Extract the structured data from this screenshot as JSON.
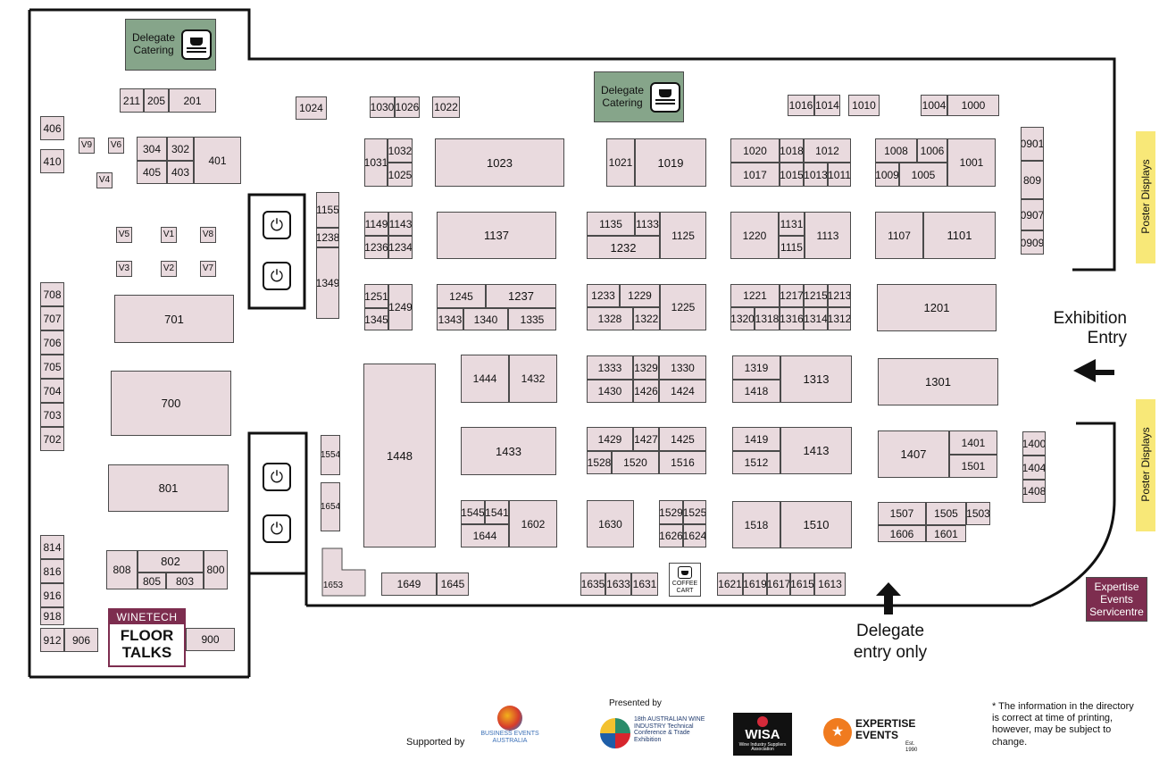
{
  "labels": {
    "catering": "Delegate Catering",
    "exhibition_entry": "Exhibition Entry",
    "delegate_entry": "Delegate entry only",
    "poster_displays": "Poster Displays",
    "servicentre": "Expertise Events Servicentre",
    "winetech": "WINETECH",
    "floor_talks": "FLOOR TALKS",
    "coffee_cart": "COFFEE CART",
    "supported_by": "Supported by",
    "presented_by": "Presented by",
    "disclaimer": "* The information in the directory is correct at time of printing, however, may be subject to change."
  },
  "logos": {
    "business_events": "BUSINESS EVENTS AUSTRALIA",
    "wine_industry": "18th AUSTRALIAN WINE INDUSTRY Technical Conference & Trade Exhibition",
    "wisa": "WISA",
    "wisa_sub": "Wine Industry Suppliers Association",
    "expertise": "EXPERTISE EVENTS",
    "expertise_sub": "Est. 1990"
  },
  "colors": {
    "booth_fill": "#e9dade",
    "catering_fill": "#86a58a",
    "poster_fill": "#f8e878",
    "brand_maroon": "#7d2d4f"
  },
  "booths": [
    "211",
    "205",
    "201",
    "406",
    "410",
    "V9",
    "V6",
    "304",
    "302",
    "401",
    "405",
    "403",
    "V4",
    "V5",
    "V1",
    "V8",
    "V3",
    "V2",
    "V7",
    "708",
    "707",
    "706",
    "705",
    "704",
    "703",
    "702",
    "701",
    "700",
    "801",
    "814",
    "816",
    "916",
    "918",
    "912",
    "906",
    "808",
    "802",
    "800",
    "805",
    "803",
    "900",
    "1024",
    "1030",
    "1026",
    "1022",
    "1155",
    "1238",
    "1349",
    "1031",
    "1032",
    "1025",
    "1149",
    "1143",
    "1236",
    "1234",
    "1251",
    "1249",
    "1345",
    "1023",
    "1137",
    "1245",
    "1237",
    "1343",
    "1340",
    "1335",
    "1448",
    "1444",
    "1432",
    "1433",
    "1554",
    "1654",
    "1545",
    "1541",
    "1644",
    "1602",
    "1653",
    "1649",
    "1645",
    "1021",
    "1019",
    "1135",
    "1133",
    "1232",
    "1125",
    "1233",
    "1229",
    "1328",
    "1322",
    "1225",
    "1333",
    "1329",
    "1330",
    "1430",
    "1426",
    "1424",
    "1429",
    "1427",
    "1425",
    "1528",
    "1520",
    "1516",
    "1630",
    "1529",
    "1525",
    "1626",
    "1624",
    "1635",
    "1633",
    "1631",
    "1016",
    "1014",
    "1010",
    "1020",
    "1018",
    "1012",
    "1017",
    "1015",
    "1013",
    "1011",
    "1220",
    "1131",
    "1115",
    "1113",
    "1221",
    "1217",
    "1215",
    "1213",
    "1320",
    "1318",
    "1316",
    "1314",
    "1312",
    "1319",
    "1418",
    "1313",
    "1419",
    "1512",
    "1413",
    "1518",
    "1510",
    "1621",
    "1619",
    "1617",
    "1615",
    "1613",
    "1004",
    "1000",
    "1008",
    "1006",
    "1009",
    "1005",
    "1001",
    "1107",
    "1101",
    "1201",
    "1301",
    "1407",
    "1401",
    "1501",
    "1507",
    "1505",
    "1503",
    "1606",
    "1601",
    "0901",
    "809",
    "0907",
    "0909",
    "1400",
    "1404",
    "1408"
  ]
}
